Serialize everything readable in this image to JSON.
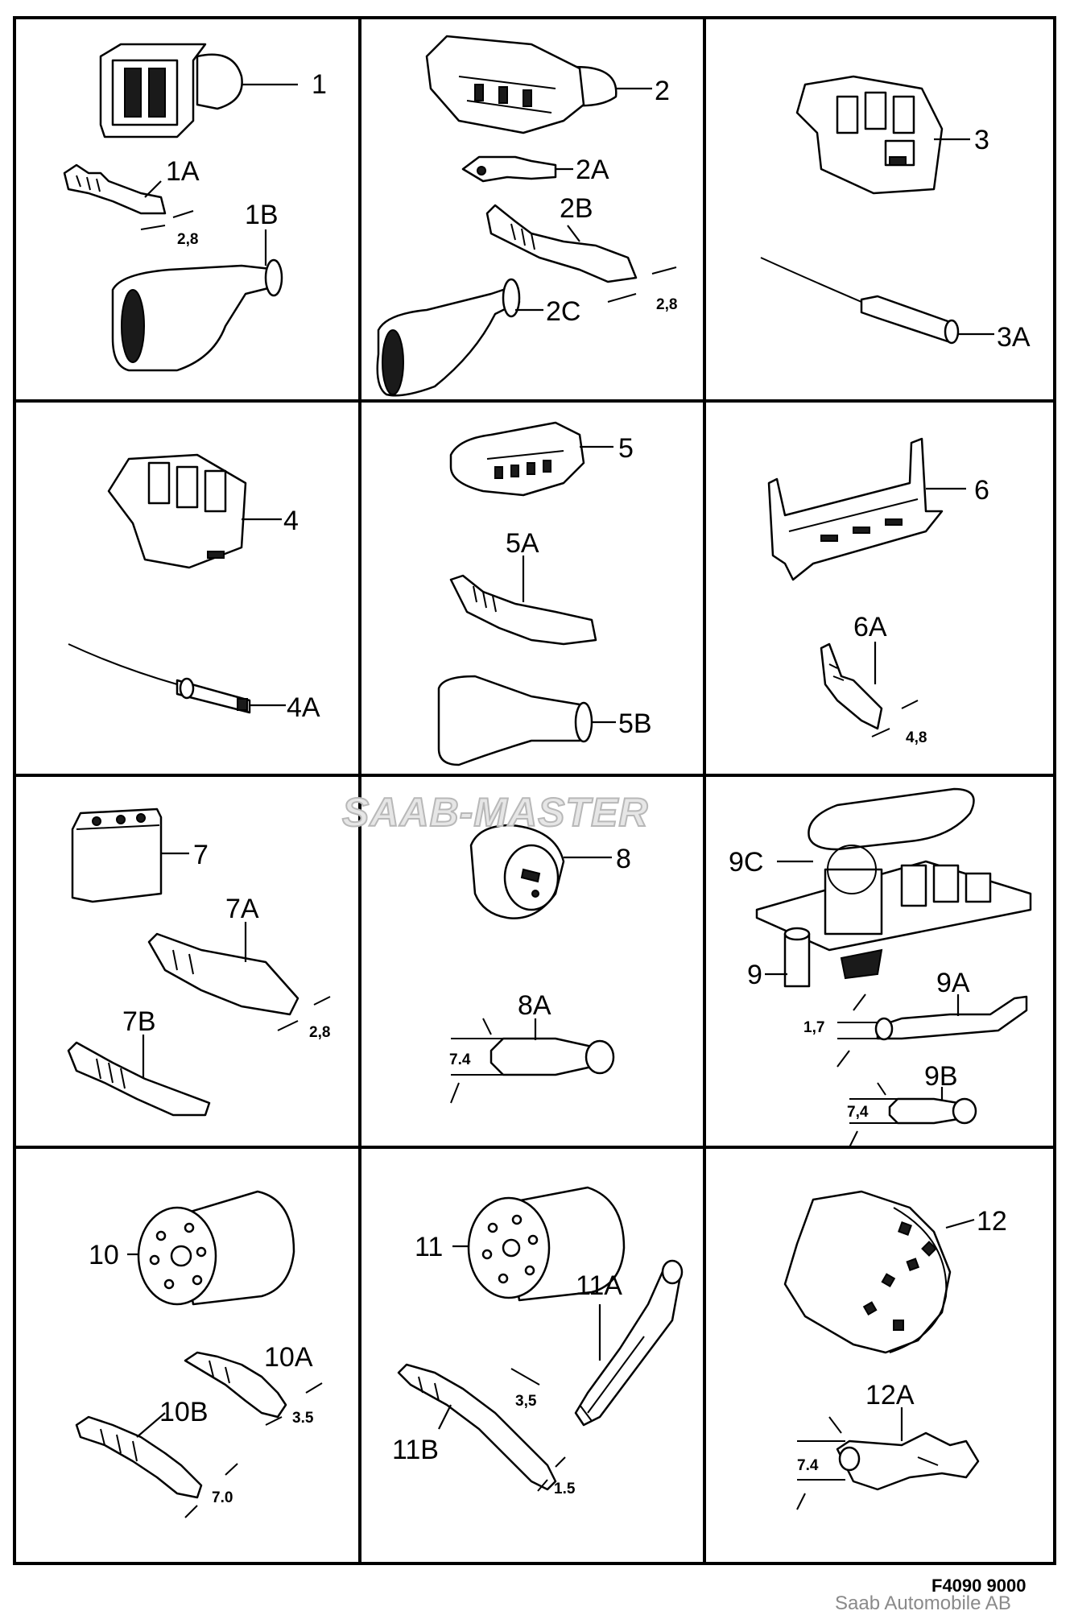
{
  "cells": [
    {
      "id": "1",
      "labels": [
        "1",
        "1A",
        "1B"
      ],
      "dims": [
        "2,8"
      ]
    },
    {
      "id": "2",
      "labels": [
        "2",
        "2A",
        "2B",
        "2C"
      ],
      "dims": [
        "2,8"
      ]
    },
    {
      "id": "3",
      "labels": [
        "3",
        "3A"
      ],
      "dims": []
    },
    {
      "id": "4",
      "labels": [
        "4",
        "4A"
      ],
      "dims": []
    },
    {
      "id": "5",
      "labels": [
        "5",
        "5A",
        "5B"
      ],
      "dims": []
    },
    {
      "id": "6",
      "labels": [
        "6",
        "6A"
      ],
      "dims": [
        "4,8"
      ]
    },
    {
      "id": "7",
      "labels": [
        "7",
        "7A",
        "7B"
      ],
      "dims": [
        "2,8"
      ]
    },
    {
      "id": "8",
      "labels": [
        "8",
        "8A"
      ],
      "dims": [
        "7.4"
      ]
    },
    {
      "id": "9",
      "labels": [
        "9C",
        "9",
        "9A",
        "9B"
      ],
      "dims": [
        "1,7",
        "7,4"
      ]
    },
    {
      "id": "10",
      "labels": [
        "10",
        "10A",
        "10B"
      ],
      "dims": [
        "3.5",
        "7.0"
      ]
    },
    {
      "id": "11",
      "labels": [
        "11",
        "11A",
        "11B"
      ],
      "dims": [
        "3,5",
        "1.5"
      ]
    },
    {
      "id": "12",
      "labels": [
        "12",
        "12A"
      ],
      "dims": [
        "7.4"
      ]
    }
  ],
  "watermark": "SAAB-MASTER",
  "figure_code": "F4090 9000",
  "copyright": "Saab Automobile AB"
}
